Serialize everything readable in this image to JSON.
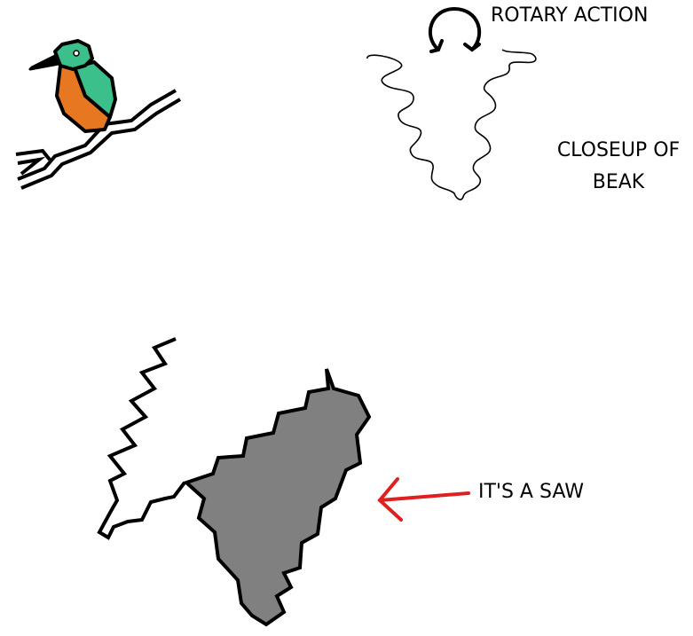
{
  "labels": {
    "rotary_action": "ROTARY ACTION",
    "closeup_line1": "CLOSEUP OF",
    "closeup_line2": "BEAK",
    "its_a_saw": "IT'S A SAW"
  },
  "colors": {
    "background": "#ffffff",
    "ink": "#000000",
    "bird_head": "#3cc08b",
    "bird_breast": "#e87722",
    "saw_fill": "#808080",
    "arrow": "#e02020"
  },
  "icons": {
    "bird": "kingfisher-on-branch",
    "rotation": "clockwise-rotation-arrow",
    "beak_closeup": "wavy-v-beak-outline",
    "saw_beak": "jagged-saw-shape",
    "pointer": "red-left-arrow"
  }
}
